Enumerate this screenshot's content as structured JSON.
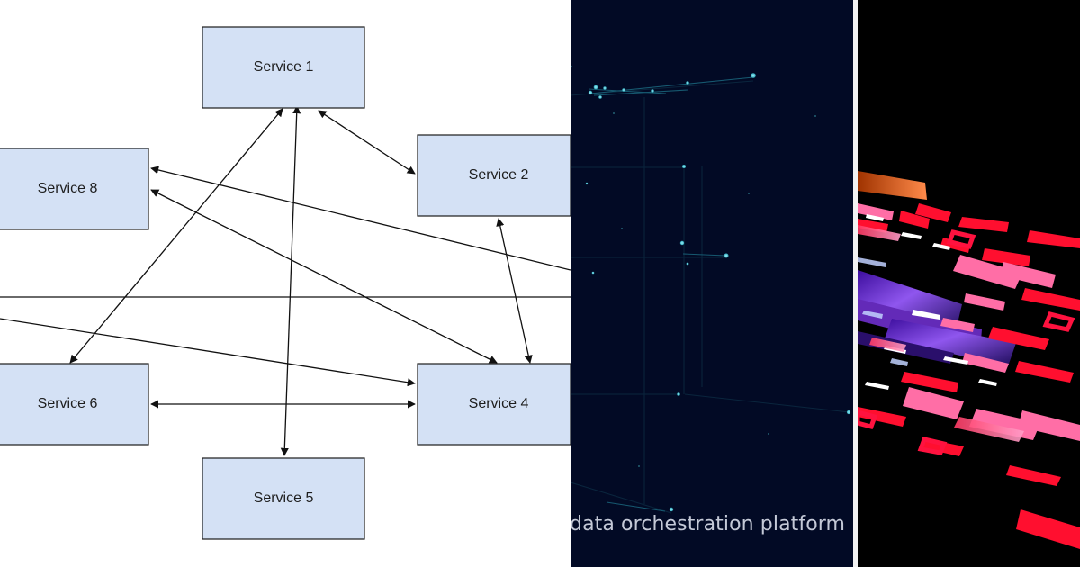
{
  "diagram": {
    "services": [
      {
        "id": "service-1",
        "label": "Service 1"
      },
      {
        "id": "service-2",
        "label": "Service 2"
      },
      {
        "id": "service-4",
        "label": "Service 4"
      },
      {
        "id": "service-5",
        "label": "Service 5"
      },
      {
        "id": "service-6",
        "label": "Service 6"
      },
      {
        "id": "service-8",
        "label": "Service 8"
      }
    ]
  },
  "network_panel": {
    "caption": "data orchestration platform",
    "colors": {
      "background": "#020a25",
      "node": "#6fd4dc",
      "line": "#1a7f97"
    }
  },
  "abstract_panel": {
    "colors": {
      "background": "#000000",
      "red": "#ff1d3a",
      "pink": "#ff84b1",
      "purple": "#7b3dd1",
      "orange": "#f07a32"
    }
  }
}
